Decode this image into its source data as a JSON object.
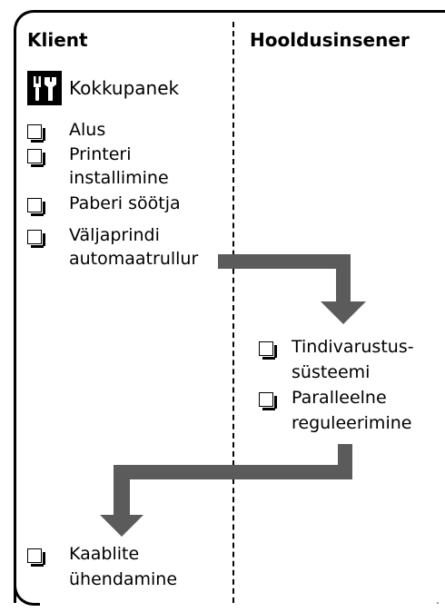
{
  "columns": {
    "left": "Klient",
    "right": "Hooldusinsener"
  },
  "assembly": {
    "icon": "tools-icon",
    "label": "Kokkupanek"
  },
  "client_items": [
    {
      "lines": [
        "Alus"
      ]
    },
    {
      "lines": [
        "Printeri",
        "installimine"
      ]
    },
    {
      "lines": [
        "Paberi söötja"
      ]
    },
    {
      "lines": [
        "Väljaprindi",
        "automaatrullur"
      ]
    }
  ],
  "engineer_items": [
    {
      "lines": [
        "Tindivarustus-",
        "süsteemi"
      ]
    },
    {
      "lines": [
        "Paralleelne",
        "reguleerimine"
      ]
    }
  ],
  "final_items": [
    {
      "lines": [
        "Kaablite",
        "ühendamine"
      ]
    }
  ],
  "colors": {
    "arrow": "#5b5b5b",
    "line": "#000000"
  }
}
